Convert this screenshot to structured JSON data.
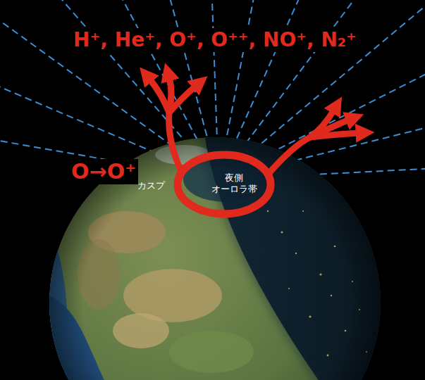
{
  "diagram": {
    "labels": [
      "H⁺, He⁺, O⁺, O⁺⁺, NO⁺, N₂⁺",
      "O→O⁺",
      "カスプ",
      "夜側 オーロラ帯"
    ]
  }
}
